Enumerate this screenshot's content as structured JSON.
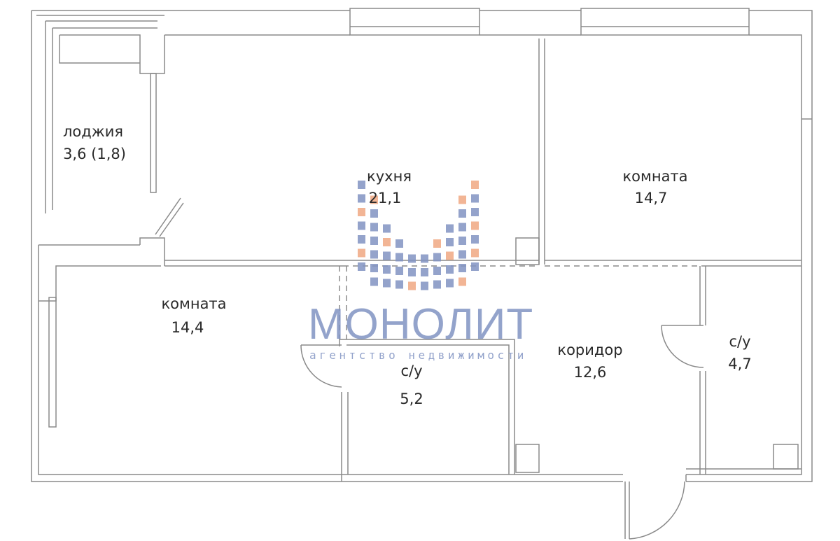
{
  "rooms": [
    {
      "name": "лоджия",
      "area": "3,6 (1,8)"
    },
    {
      "name": "кухня",
      "area": "21,1"
    },
    {
      "name": "комната",
      "area": "14,7"
    },
    {
      "name": "комната",
      "area": "14,4"
    },
    {
      "name": "с/у",
      "area": "5,2"
    },
    {
      "name": "коридор",
      "area": "12,6"
    },
    {
      "name": "с/у",
      "area": "4,7"
    }
  ],
  "watermark": {
    "title": "МОНОЛИТ",
    "subtitle": "агентство недвижимости",
    "colors": {
      "blue": "#8193c2",
      "orange": "#f0a882"
    }
  }
}
